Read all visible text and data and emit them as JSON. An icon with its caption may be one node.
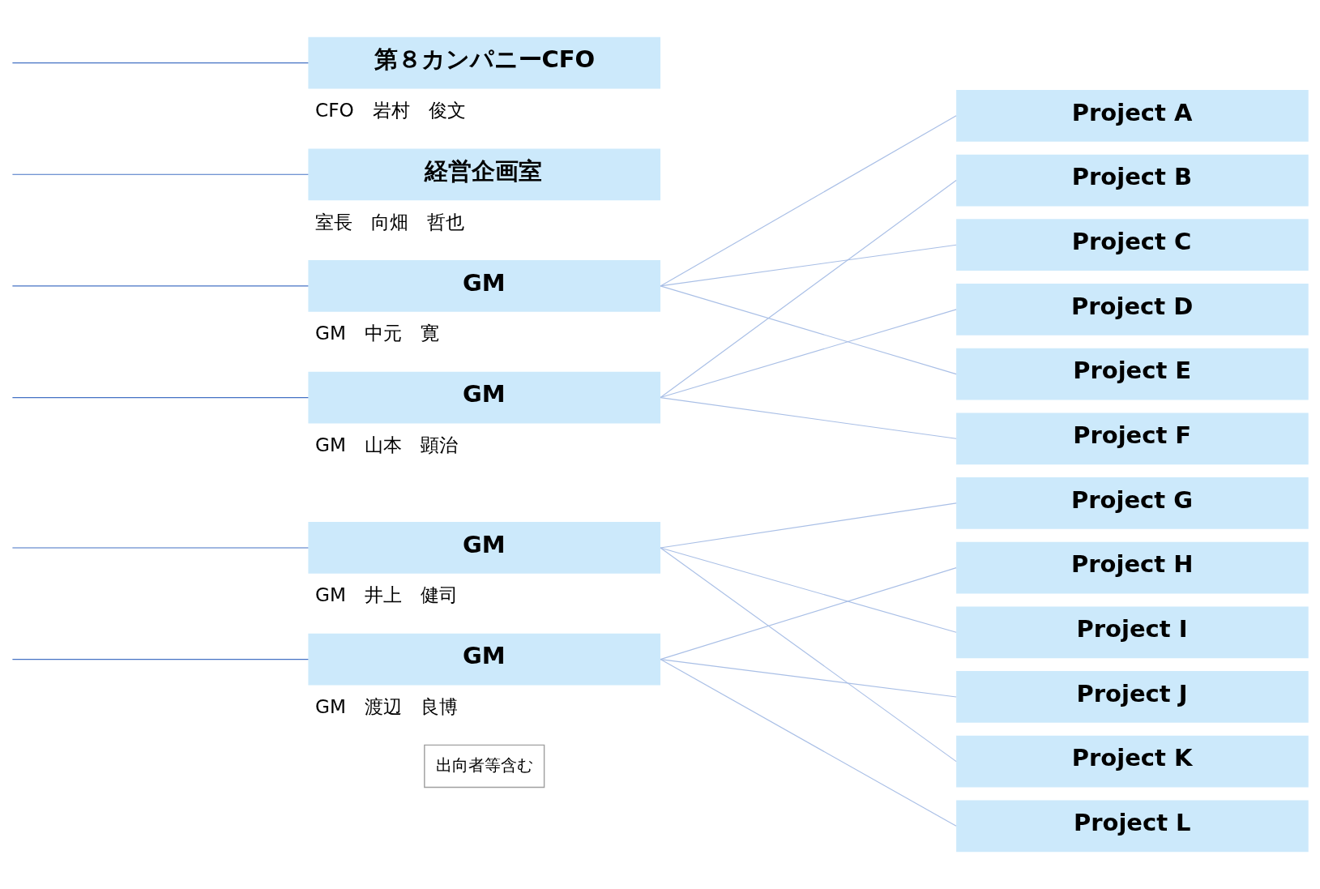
{
  "diagram": {
    "nodes": [
      {
        "text": [
          "第８カンパニーCFO"
        ],
        "beside": [
          "CFO　岩村　俊文"
        ]
      },
      {
        "text": [
          "経営企画室"
        ],
        "beside": [
          "室長　向畑　哲也"
        ]
      },
      {
        "text": [
          "GM"
        ],
        "beside": [
          "GM　中元　寛"
        ]
      },
      {
        "text": [
          "GM"
        ],
        "beside": [
          "GM　山本　顕治"
        ]
      },
      {
        "text": [
          "GM"
        ],
        "beside": [
          "GM　井上　健司"
        ]
      },
      {
        "text": [
          "GM"
        ],
        "beside": [
          "GM　渡辺　良博"
        ]
      },
      {
        "text": [
          "Project A"
        ]
      },
      {
        "text": [
          "Project B"
        ]
      },
      {
        "text": [
          "Project C"
        ]
      },
      {
        "text": [
          "Project D"
        ]
      },
      {
        "text": [
          "Project E"
        ]
      },
      {
        "text": [
          "Project F"
        ]
      },
      {
        "text": [
          "Project G"
        ]
      },
      {
        "text": [
          "Project H"
        ]
      },
      {
        "text": [
          "Project I"
        ]
      },
      {
        "text": [
          "Project J"
        ]
      },
      {
        "text": [
          "Project K"
        ]
      },
      {
        "text": [
          "Project L"
        ]
      }
    ],
    "edges": [
      {
        "from": null,
        "to": 0,
        "arrow": "none",
        "color": "#4472c4"
      },
      {
        "from": null,
        "to": 1,
        "arrow": "none",
        "color": "#4472c4"
      },
      {
        "from": null,
        "to": 2,
        "arrow": "none",
        "color": "#4472c4"
      },
      {
        "from": null,
        "to": 3,
        "arrow": "none",
        "color": "#4472c4"
      },
      {
        "from": null,
        "to": 4,
        "arrow": "none",
        "color": "#4472c4"
      },
      {
        "from": null,
        "to": 5,
        "arrow": "none",
        "color": "#4472c4"
      },
      {
        "from": 2,
        "to": 6,
        "arrow": "none"
      },
      {
        "from": 2,
        "to": 8,
        "arrow": "none"
      },
      {
        "from": 2,
        "to": 10,
        "arrow": "none"
      },
      {
        "from": 3,
        "to": 7,
        "arrow": "none"
      },
      {
        "from": 3,
        "to": 9,
        "arrow": "none"
      },
      {
        "from": 3,
        "to": 11,
        "arrow": "none"
      },
      {
        "from": 4,
        "to": 12,
        "arrow": "none"
      },
      {
        "from": 4,
        "to": 14,
        "arrow": "none"
      },
      {
        "from": 4,
        "to": 16,
        "arrow": "none"
      },
      {
        "from": 5,
        "to": 13,
        "arrow": "none"
      },
      {
        "from": 5,
        "to": 15,
        "arrow": "none"
      },
      {
        "from": 5,
        "to": 17,
        "arrow": "none"
      }
    ],
    "labels": [
      "出向者等含む"
    ]
  }
}
